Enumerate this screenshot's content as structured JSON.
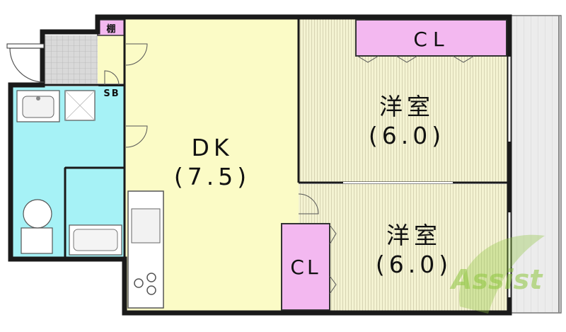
{
  "rooms": {
    "dk": {
      "name": "DK",
      "size": "(7.5)"
    },
    "western_top": {
      "name": "洋室",
      "size": "(6.0)"
    },
    "western_bottom": {
      "name": "洋室",
      "size": "(6.0)"
    },
    "closet_top": {
      "name": "CL"
    },
    "closet_bottom": {
      "name": "CL"
    },
    "shoe_box": {
      "name": "SB"
    },
    "shelf": {
      "name": "棚"
    }
  },
  "watermark": {
    "text": "Assist"
  },
  "colors": {
    "wall": "#1a1a1a",
    "dk_floor": "#fbfbc6",
    "western_floor": "#f4f3d2",
    "closet": "#f3b8f0",
    "wet_area": "#a6f2f6",
    "balcony": "#e8e8e8",
    "entrance_tile": "#d8d8d8",
    "watermark": "#8ec63f"
  }
}
